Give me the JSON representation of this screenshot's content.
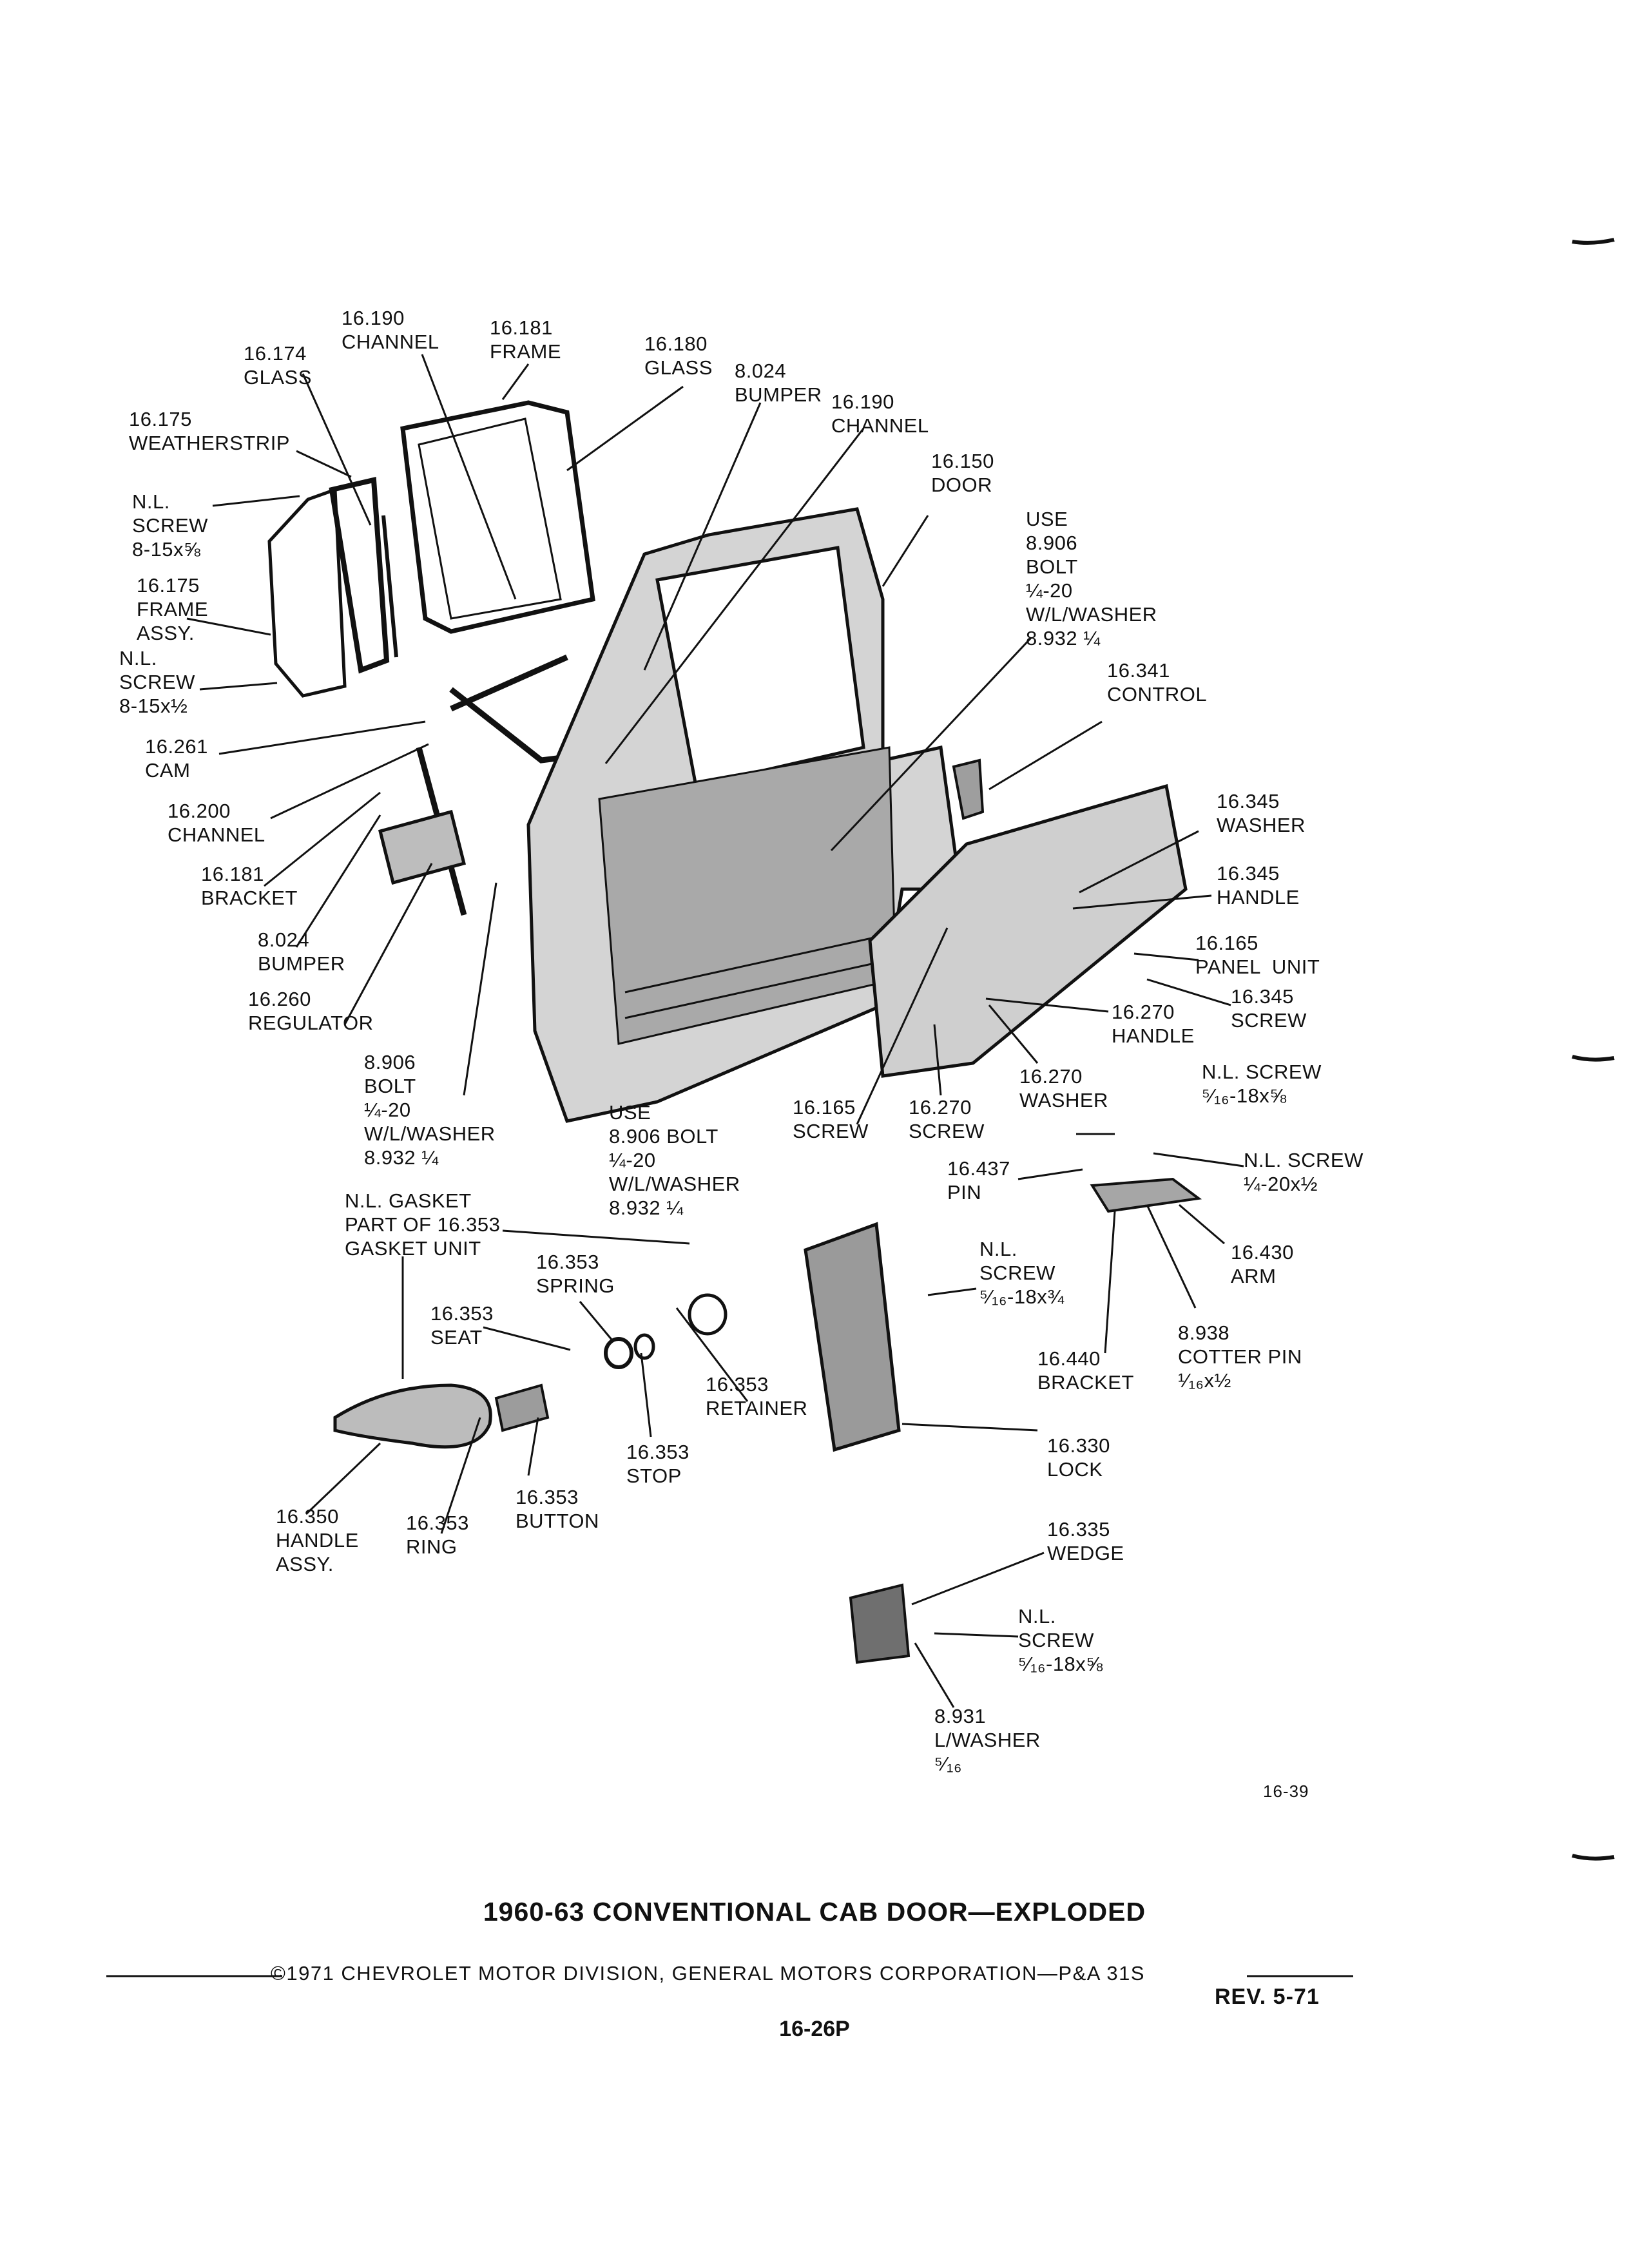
{
  "labels": [
    {
      "id": "ch-190-top",
      "lines": [
        "16.190",
        "CHANNEL"
      ]
    },
    {
      "id": "fr-181",
      "lines": [
        "16.181",
        "FRAME"
      ]
    },
    {
      "id": "gl-174",
      "lines": [
        "16.174",
        "GLASS"
      ]
    },
    {
      "id": "gl-180",
      "lines": [
        "16.180",
        "GLASS"
      ]
    },
    {
      "id": "bump-024-top",
      "lines": [
        "8.024",
        "BUMPER"
      ]
    },
    {
      "id": "ch-190-right",
      "lines": [
        "16.190",
        "CHANNEL"
      ]
    },
    {
      "id": "ws-175",
      "lines": [
        "16.175",
        "WEATHERSTRIP"
      ]
    },
    {
      "id": "door-150",
      "lines": [
        "16.150",
        "DOOR"
      ]
    },
    {
      "id": "nl-screw-815-58",
      "lines": [
        "N.L.",
        "SCREW",
        "8-15x⅝"
      ]
    },
    {
      "id": "use-bolt-top",
      "lines": [
        "USE",
        "8.906",
        "BOLT",
        "¼-20",
        "W/L/WASHER",
        "8.932 ¼"
      ]
    },
    {
      "id": "frame-assy-175",
      "lines": [
        "16.175",
        "FRAME",
        "ASSY."
      ]
    },
    {
      "id": "nl-screw-815-12",
      "lines": [
        "N.L.",
        "SCREW",
        "8-15x½"
      ]
    },
    {
      "id": "control-341",
      "lines": [
        "16.341",
        "CONTROL"
      ]
    },
    {
      "id": "cam-261",
      "lines": [
        "16.261",
        "CAM"
      ]
    },
    {
      "id": "ch-200",
      "lines": [
        "16.200",
        "CHANNEL"
      ]
    },
    {
      "id": "washer-345",
      "lines": [
        "16.345",
        "WASHER"
      ]
    },
    {
      "id": "bracket-181",
      "lines": [
        "16.181",
        "BRACKET"
      ]
    },
    {
      "id": "handle-345",
      "lines": [
        "16.345",
        "HANDLE"
      ]
    },
    {
      "id": "bump-024-left",
      "lines": [
        "8.024",
        "BUMPER"
      ]
    },
    {
      "id": "panel-165",
      "lines": [
        "16.165",
        "PANEL  UNIT"
      ]
    },
    {
      "id": "regulator-260",
      "lines": [
        "16.260",
        "REGULATOR"
      ]
    },
    {
      "id": "screw-345",
      "lines": [
        "16.345",
        "SCREW"
      ]
    },
    {
      "id": "handle-270",
      "lines": [
        "16.270",
        "HANDLE"
      ]
    },
    {
      "id": "bolt-left",
      "lines": [
        "8.906",
        "BOLT",
        "¼-20",
        "W/L/WASHER",
        "8.932 ¼"
      ]
    },
    {
      "id": "washer-270",
      "lines": [
        "16.270",
        "WASHER"
      ]
    },
    {
      "id": "nl-screw-516-58-top",
      "lines": [
        "N.L. SCREW",
        "⁵⁄₁₆-18x⅝"
      ]
    },
    {
      "id": "use-bolt-mid",
      "lines": [
        "USE",
        "8.906 BOLT",
        "¼-20",
        "W/L/WASHER",
        "8.932 ¼"
      ]
    },
    {
      "id": "screw-165",
      "lines": [
        "16.165",
        "SCREW"
      ]
    },
    {
      "id": "screw-270",
      "lines": [
        "16.270",
        "SCREW"
      ]
    },
    {
      "id": "nl-screw-1420",
      "lines": [
        "N.L. SCREW",
        "¼-20x½"
      ]
    },
    {
      "id": "pin-437",
      "lines": [
        "16.437",
        "PIN"
      ]
    },
    {
      "id": "gasket",
      "lines": [
        "N.L. GASKET",
        "PART OF 16.353",
        "GASKET UNIT"
      ]
    },
    {
      "id": "spring-353",
      "lines": [
        "16.353",
        "SPRING"
      ]
    },
    {
      "id": "nl-screw-516-34",
      "lines": [
        "N.L.",
        "SCREW",
        "⁵⁄₁₆-18x¾"
      ]
    },
    {
      "id": "arm-430",
      "lines": [
        "16.430",
        "ARM"
      ]
    },
    {
      "id": "seat-353",
      "lines": [
        "16.353",
        "SEAT"
      ]
    },
    {
      "id": "cotter-938",
      "lines": [
        "8.938",
        "COTTER PIN",
        "¹⁄₁₆x½"
      ]
    },
    {
      "id": "bracket-440",
      "lines": [
        "16.440",
        "BRACKET"
      ]
    },
    {
      "id": "retainer-353",
      "lines": [
        "16.353",
        "RETAINER"
      ]
    },
    {
      "id": "stop-353",
      "lines": [
        "16.353",
        "STOP"
      ]
    },
    {
      "id": "lock-330",
      "lines": [
        "16.330",
        "LOCK"
      ]
    },
    {
      "id": "button-353",
      "lines": [
        "16.353",
        "BUTTON"
      ]
    },
    {
      "id": "handle-assy-350",
      "lines": [
        "16.350",
        "HANDLE",
        "ASSY."
      ]
    },
    {
      "id": "ring-353",
      "lines": [
        "16.353",
        "RING"
      ]
    },
    {
      "id": "wedge-335",
      "lines": [
        "16.335",
        "WEDGE"
      ]
    },
    {
      "id": "nl-screw-516-58-bottom",
      "lines": [
        "N.L.",
        "SCREW",
        "⁵⁄₁₆-18x⅝"
      ]
    },
    {
      "id": "lwasher-931",
      "lines": [
        "8.931",
        "L/WASHER",
        "⁵⁄₁₆"
      ]
    }
  ],
  "figure_code": "16-39",
  "title": "1960-63 CONVENTIONAL CAB DOOR—EXPLODED",
  "copyright": "©1971 CHEVROLET MOTOR DIVISION, GENERAL MOTORS CORPORATION—P&A 31S",
  "revision": "REV. 5-71",
  "page_number": "16-26P",
  "colors": {
    "ink": "#111111",
    "shade": "#8a8a8a",
    "paper": "#ffffff"
  }
}
